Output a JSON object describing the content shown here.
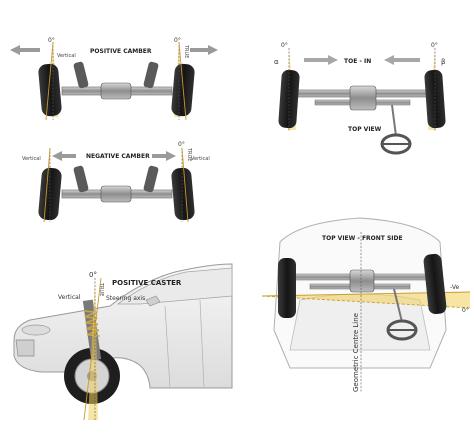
{
  "panel_positive_camber": {
    "title": "POSITIVE CAMBER",
    "left_angle": "0°",
    "right_angle": "0°",
    "left_vertical": "Vertical",
    "true_marker": "TRUE"
  },
  "panel_negative_camber": {
    "title": "NEGATIVE CAMBER",
    "left_vertical": "Vertical",
    "right_vertical": "Vertical",
    "right_angle": "0°",
    "true_marker": "TRUE"
  },
  "panel_toe_in": {
    "title": "TOE - IN",
    "left_angle": "0°",
    "right_angle": "0°",
    "alpha": "α",
    "beta": "β",
    "view_label": "TOP VIEW"
  },
  "panel_caster": {
    "title": "POSITIVE CASTER",
    "angle": "0°",
    "vertical": "Vertical",
    "steering_axis": "Steering axis",
    "true_marker": "TRUE"
  },
  "panel_thrust": {
    "title": "TOP VIEW - FRONT SIDE",
    "neg_ve": "-Ve",
    "zero": "0°",
    "centre_line": "Geometric Centre Line"
  },
  "colors": {
    "tire": "#1c1c1c",
    "axle": "#8a8a8a",
    "wheel_line": "#c89a2a",
    "angle_fill": "#f2cf5a",
    "car_outline": "#9a9a9a",
    "arrow": "#a0a0a0"
  }
}
